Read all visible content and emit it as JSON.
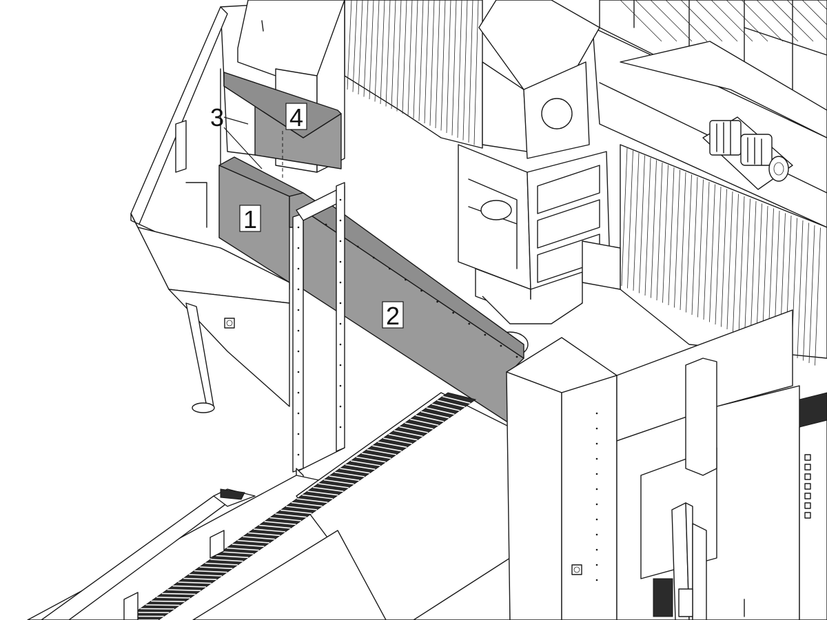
{
  "callouts": [
    {
      "id": "1",
      "label": "1"
    },
    {
      "id": "2",
      "label": "2"
    },
    {
      "id": "3",
      "label": "3"
    },
    {
      "id": "4",
      "label": "4"
    }
  ],
  "colors": {
    "highlight_panel": "#9a9a9a",
    "line": "#1a1a1a",
    "background": "#ffffff"
  }
}
